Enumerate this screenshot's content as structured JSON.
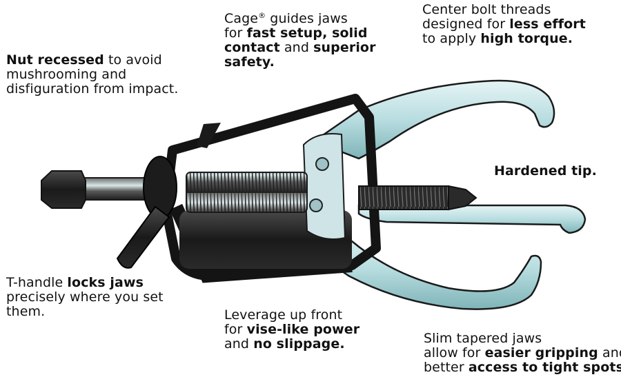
{
  "callouts": {
    "nut": {
      "l1_bold": "Nut recessed",
      "l1_rest": " to avoid",
      "l2": "mushrooming and",
      "l3": "disfiguration from impact."
    },
    "cage": {
      "l1_a": "Cage",
      "l1_sup": "®",
      "l1_b": " guides jaws",
      "l2_pre": "for ",
      "l2_bold": "fast setup, solid",
      "l3_bold": "contact",
      "l3_mid": " and ",
      "l3_bold2": "superior",
      "l4_bold": "safety."
    },
    "bolt": {
      "l1": "Center bolt threads",
      "l2_pre": "designed for ",
      "l2_bold": "less effort",
      "l3_pre": "to apply ",
      "l3_bold": "high torque."
    },
    "tip": {
      "l1_bold": "Hardened tip."
    },
    "thandle": {
      "l1_pre": "T-handle ",
      "l1_bold": "locks jaws",
      "l2": "precisely where you set",
      "l3": "them."
    },
    "leverage": {
      "l1": "Leverage up front",
      "l2_pre": "for ",
      "l2_bold": "vise-like power",
      "l3_pre": "and ",
      "l3_bold": "no slippage."
    },
    "jaws": {
      "l1": "Slim tapered jaws",
      "l2_pre": "allow for ",
      "l2_bold": "easier gripping",
      "l2_post": " and",
      "l3_pre": "better ",
      "l3_bold": "access to tight spots."
    }
  },
  "colors": {
    "jaw_fill": "#c8e6e8",
    "jaw_stroke": "#1a1a1a",
    "dark_steel": "#141414",
    "bolt_shadow": "#3a3a3a"
  }
}
